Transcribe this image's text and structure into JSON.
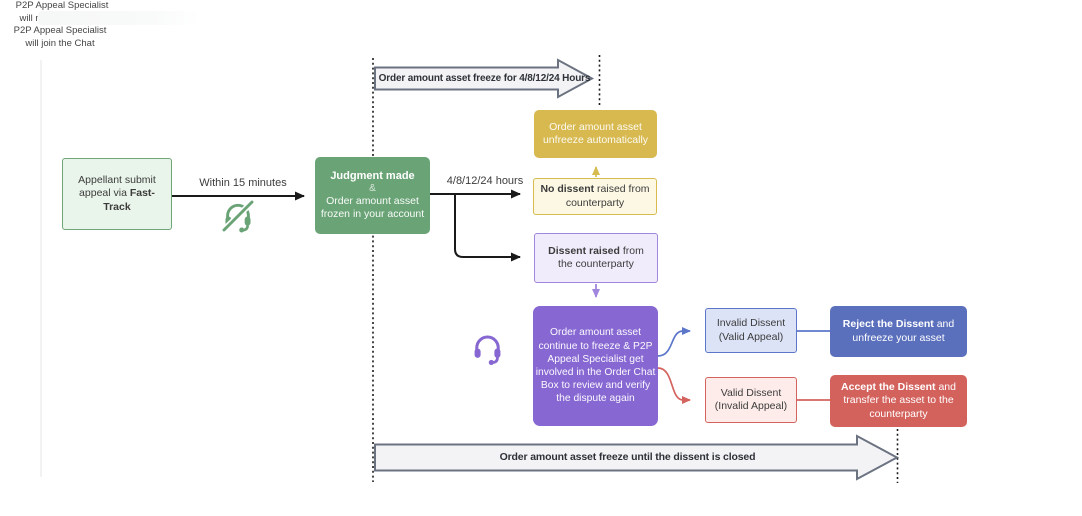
{
  "colors": {
    "green": "#6aa476",
    "green_light": "#e9f4ea",
    "green_border": "#6fa577",
    "gold": "#d7b94f",
    "gold_light": "#fdf8e3",
    "gold_border": "#d6bb4e",
    "purple": "#8767d2",
    "purple_light": "#f1ecfc",
    "purple_border": "#a186dd",
    "blue": "#5b70bc",
    "blue_light": "#dde3f7",
    "blue_border": "#5c77c9",
    "red": "#d3625d",
    "red_light": "#fdecea",
    "red_border": "#d4625e",
    "arrow_fill": "#f3f3f5",
    "arrow_border": "#6b7280",
    "line_black": "#1a1a1a",
    "text_dark": "#3c3c3c"
  },
  "banners": {
    "top": "Order amount asset freeze for 4/8/12/24 Hours",
    "bottom": "Order amount asset freeze until the dissent is closed"
  },
  "labels": {
    "within": "Within 15 minutes",
    "hours": "4/8/12/24 hours",
    "not_join_line1": "P2P Appeal Specialist",
    "not_join_line2": "will not join the Chat",
    "join_line1": "P2P Appeal Specialist",
    "join_line2": "will join the Chat"
  },
  "icons": {
    "not_join": "headset-muted-icon",
    "join": "headset-icon"
  },
  "nodes": {
    "appellant": {
      "text": "Appellant submit appeal via ",
      "bold": "Fast-Track"
    },
    "judgment": {
      "title": "Judgment made",
      "amp": "&",
      "body": "Order amount asset frozen in your account"
    },
    "unfreeze": {
      "text": "Order amount asset unfreeze automatically"
    },
    "no_dissent": {
      "bold": "No dissent",
      "rest": " raised from counterparty"
    },
    "dissent": {
      "bold": "Dissent raised",
      "rest": " from the counterparty"
    },
    "continue_freeze": {
      "text": "Order amount asset continue to freeze & P2P Appeal Specialist get involved in the Order Chat Box to review and verify the dispute again"
    },
    "invalid_dissent": {
      "line1": "Invalid Dissent",
      "line2": "(Valid Appeal)"
    },
    "valid_dissent": {
      "line1": "Valid Dissent",
      "line2": "(Invalid Appeal)"
    },
    "reject": {
      "bold": "Reject the Dissent",
      "rest": " and unfreeze your asset"
    },
    "accept": {
      "bold": "Accept the Dissent",
      "rest": " and transfer the asset to the counterparty"
    }
  }
}
